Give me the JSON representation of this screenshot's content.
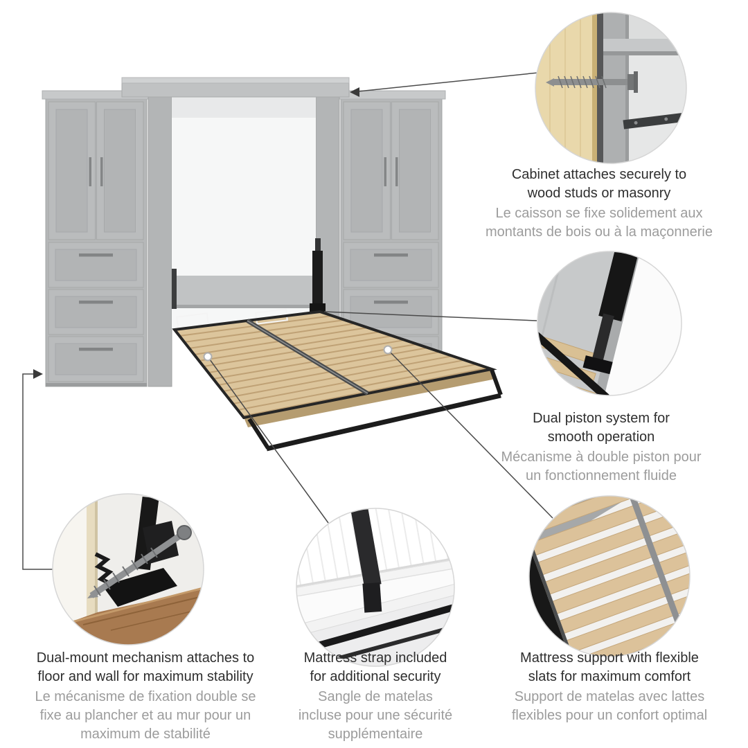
{
  "colors": {
    "cabinet_gray": "#b7b9ba",
    "slat_tan": "#dcc59c",
    "metal_black": "#1c1c1c",
    "text_en": "#2e2e2e",
    "text_fr": "#9c9c9c"
  },
  "callouts": [
    {
      "id": "cabinet-attachment",
      "en": "Cabinet attaches securely to\nwood studs or masonry",
      "fr": "Le caisson se fixe solidement aux\nmontants de bois ou à la maçonnerie"
    },
    {
      "id": "dual-piston",
      "en": "Dual piston system for\nsmooth operation",
      "fr": "Mécanisme à double piston pour\nun fonctionnement fluide"
    },
    {
      "id": "dual-mount",
      "en": "Dual-mount mechanism attaches to\nfloor and wall for maximum stability",
      "fr": "Le mécanisme de fixation double se\nfixe au plancher et au mur pour un\nmaximum de stabilité"
    },
    {
      "id": "mattress-strap",
      "en": "Mattress strap included\nfor additional security",
      "fr": "Sangle de matelas\nincluse pour une sécurité\nsupplémentaire"
    },
    {
      "id": "mattress-support",
      "en": "Mattress support with flexible\nslats for maximum comfort",
      "fr": "Support de matelas avec lattes\nflexibles pour un confort optimal"
    }
  ]
}
